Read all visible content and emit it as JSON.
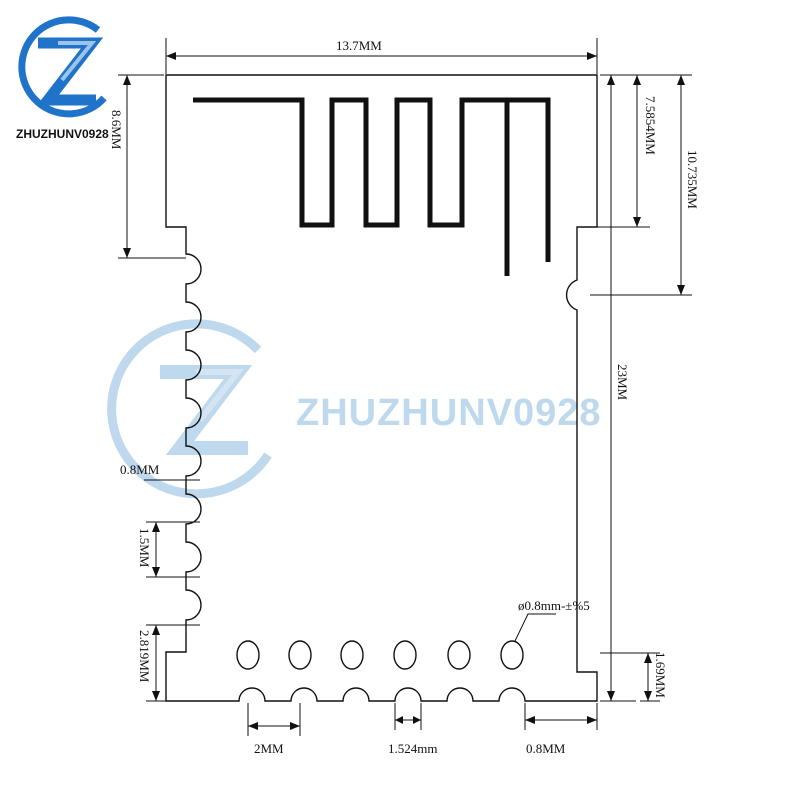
{
  "logo": {
    "text": "ZHUZHUNV0928",
    "ring_color": "#1f73c9",
    "letter_color": "#1f73c9"
  },
  "watermark": {
    "text": "ZHUZHUNV0928",
    "color": "#a9cbe8"
  },
  "dimensions": {
    "width_top": "13.7MM",
    "left_antenna_height": "8.6MM",
    "antenna_inner_height": "7.5854MM",
    "right_notch_height": "10.735MM",
    "total_height": "23MM",
    "castellation_width": "0.8MM",
    "pin_pitch_side": "1.5MM",
    "bottom_margin_left": "2.819MM",
    "hole_diameter": "ø0.8mm-±%5",
    "bottom_pad_height": "1.69MM",
    "pin_pitch_bottom": "2MM",
    "bottom_hole_pitch": "1.524mm",
    "bottom_edge_width": "0.8MM"
  },
  "colors": {
    "line": "#111111",
    "background": "#ffffff"
  }
}
